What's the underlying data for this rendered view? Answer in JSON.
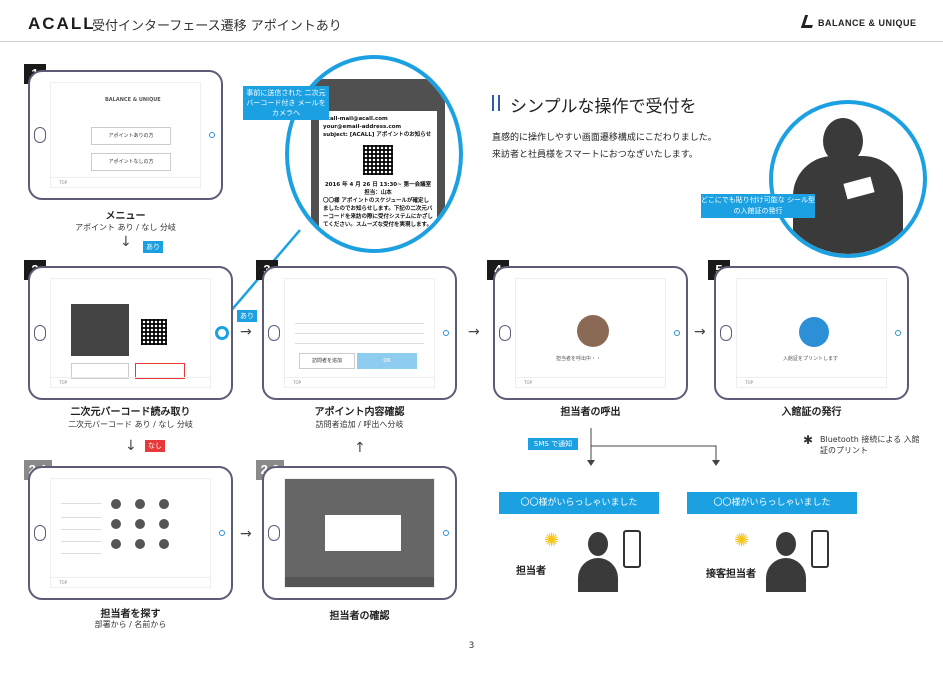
{
  "header": {
    "logo": "ACALL",
    "title": "受付インターフェース遷移 アポイントあり",
    "brand": "BALANCE & UNIQUE"
  },
  "headline": {
    "title": "シンプルな操作で受付を",
    "line1": "直感的に操作しやすい画面遷移構成にこだわりました。",
    "line2": "来訪者と社員様をスマートにおつなぎいたします。"
  },
  "steps": {
    "s1": {
      "num": "1",
      "label": "メニュー",
      "sub": "アポイント あり / なし 分岐",
      "btn1": "アポイントありの方",
      "btn2": "アポイントなしの方",
      "brand": "BALANCE & UNIQUE"
    },
    "s2": {
      "num": "2",
      "label": "二次元バーコード読み取り",
      "sub": "二次元バーコード あり / なし 分岐"
    },
    "s3": {
      "num": "3",
      "label": "アポイント内容確認",
      "sub": "訪問者追加 / 呼出へ分岐",
      "ok": "OK",
      "add": "訪問者を追加"
    },
    "s4": {
      "num": "4",
      "label": "担当者の呼出",
      "calling": "担当者を呼出中・・"
    },
    "s5": {
      "num": "5",
      "label": "入館証の発行",
      "print": "入館証をプリントします"
    },
    "s21": {
      "num": "2-1",
      "label": "担当者を探す",
      "sub": "部署から / 名前から"
    },
    "s22": {
      "num": "2-2",
      "label": "担当者の確認"
    }
  },
  "tags": {
    "ari1": "あり",
    "ari2": "あり",
    "nashi": "なし",
    "sms": "SMS で通知",
    "qr_callout": "事前に送信された 二次元バーコード付き メールをカメラへ",
    "sticker_callout": "どこにでも貼り付け可能な シール型の入館証の発行"
  },
  "email": {
    "from": "acall-mail@acall.com",
    "to": "your@email-address.com",
    "subject": "subject: [ACALL] アポイントのお知らせ",
    "date": "2016 年 4 月 26 日 13:30~ 第一会議室",
    "host": "担当：山本",
    "body": "〇〇様 アポイントのスケジュールが確定しましたのでお知らせします。下記の二次元バーコードを来訪の際に受付システムにかざしてください。スムーズな受付を実現します。"
  },
  "notify": {
    "msg1": "〇〇様がいらっしゃいました",
    "msg2": "〇〇様がいらっしゃいました",
    "person1": "担当者",
    "person2": "接客担当者",
    "bluetooth": "Bluetooth 接続による 入館証のプリント"
  },
  "page_number": "3"
}
